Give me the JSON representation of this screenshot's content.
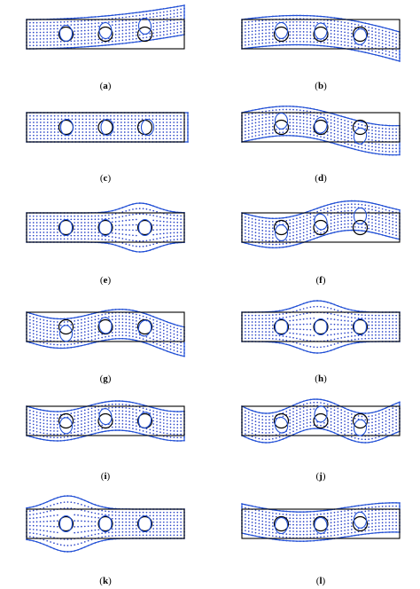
{
  "figure": {
    "background": "#ffffff",
    "colors": {
      "undeformed_outline": "#000000",
      "deformed_outline": "#1f4fd6",
      "node_dots": "#2b45c8"
    },
    "panels": [
      {
        "id": "a",
        "label": "a",
        "mode": "bending-up"
      },
      {
        "id": "b",
        "label": "b",
        "mode": "bending-wave"
      },
      {
        "id": "c",
        "label": "c",
        "mode": "axial"
      },
      {
        "id": "d",
        "label": "d",
        "mode": "bending-wave-2"
      },
      {
        "id": "e",
        "label": "e",
        "mode": "axial-bulge"
      },
      {
        "id": "f",
        "label": "f",
        "mode": "wave-3"
      },
      {
        "id": "g",
        "label": "g",
        "mode": "wave-tilt"
      },
      {
        "id": "h",
        "label": "h",
        "mode": "center-bulge"
      },
      {
        "id": "i",
        "label": "i",
        "mode": "twist-wave"
      },
      {
        "id": "j",
        "label": "j",
        "mode": "wave-4"
      },
      {
        "id": "k",
        "label": "k",
        "mode": "left-bulge"
      },
      {
        "id": "l",
        "label": "l",
        "mode": "left-wave"
      }
    ]
  }
}
